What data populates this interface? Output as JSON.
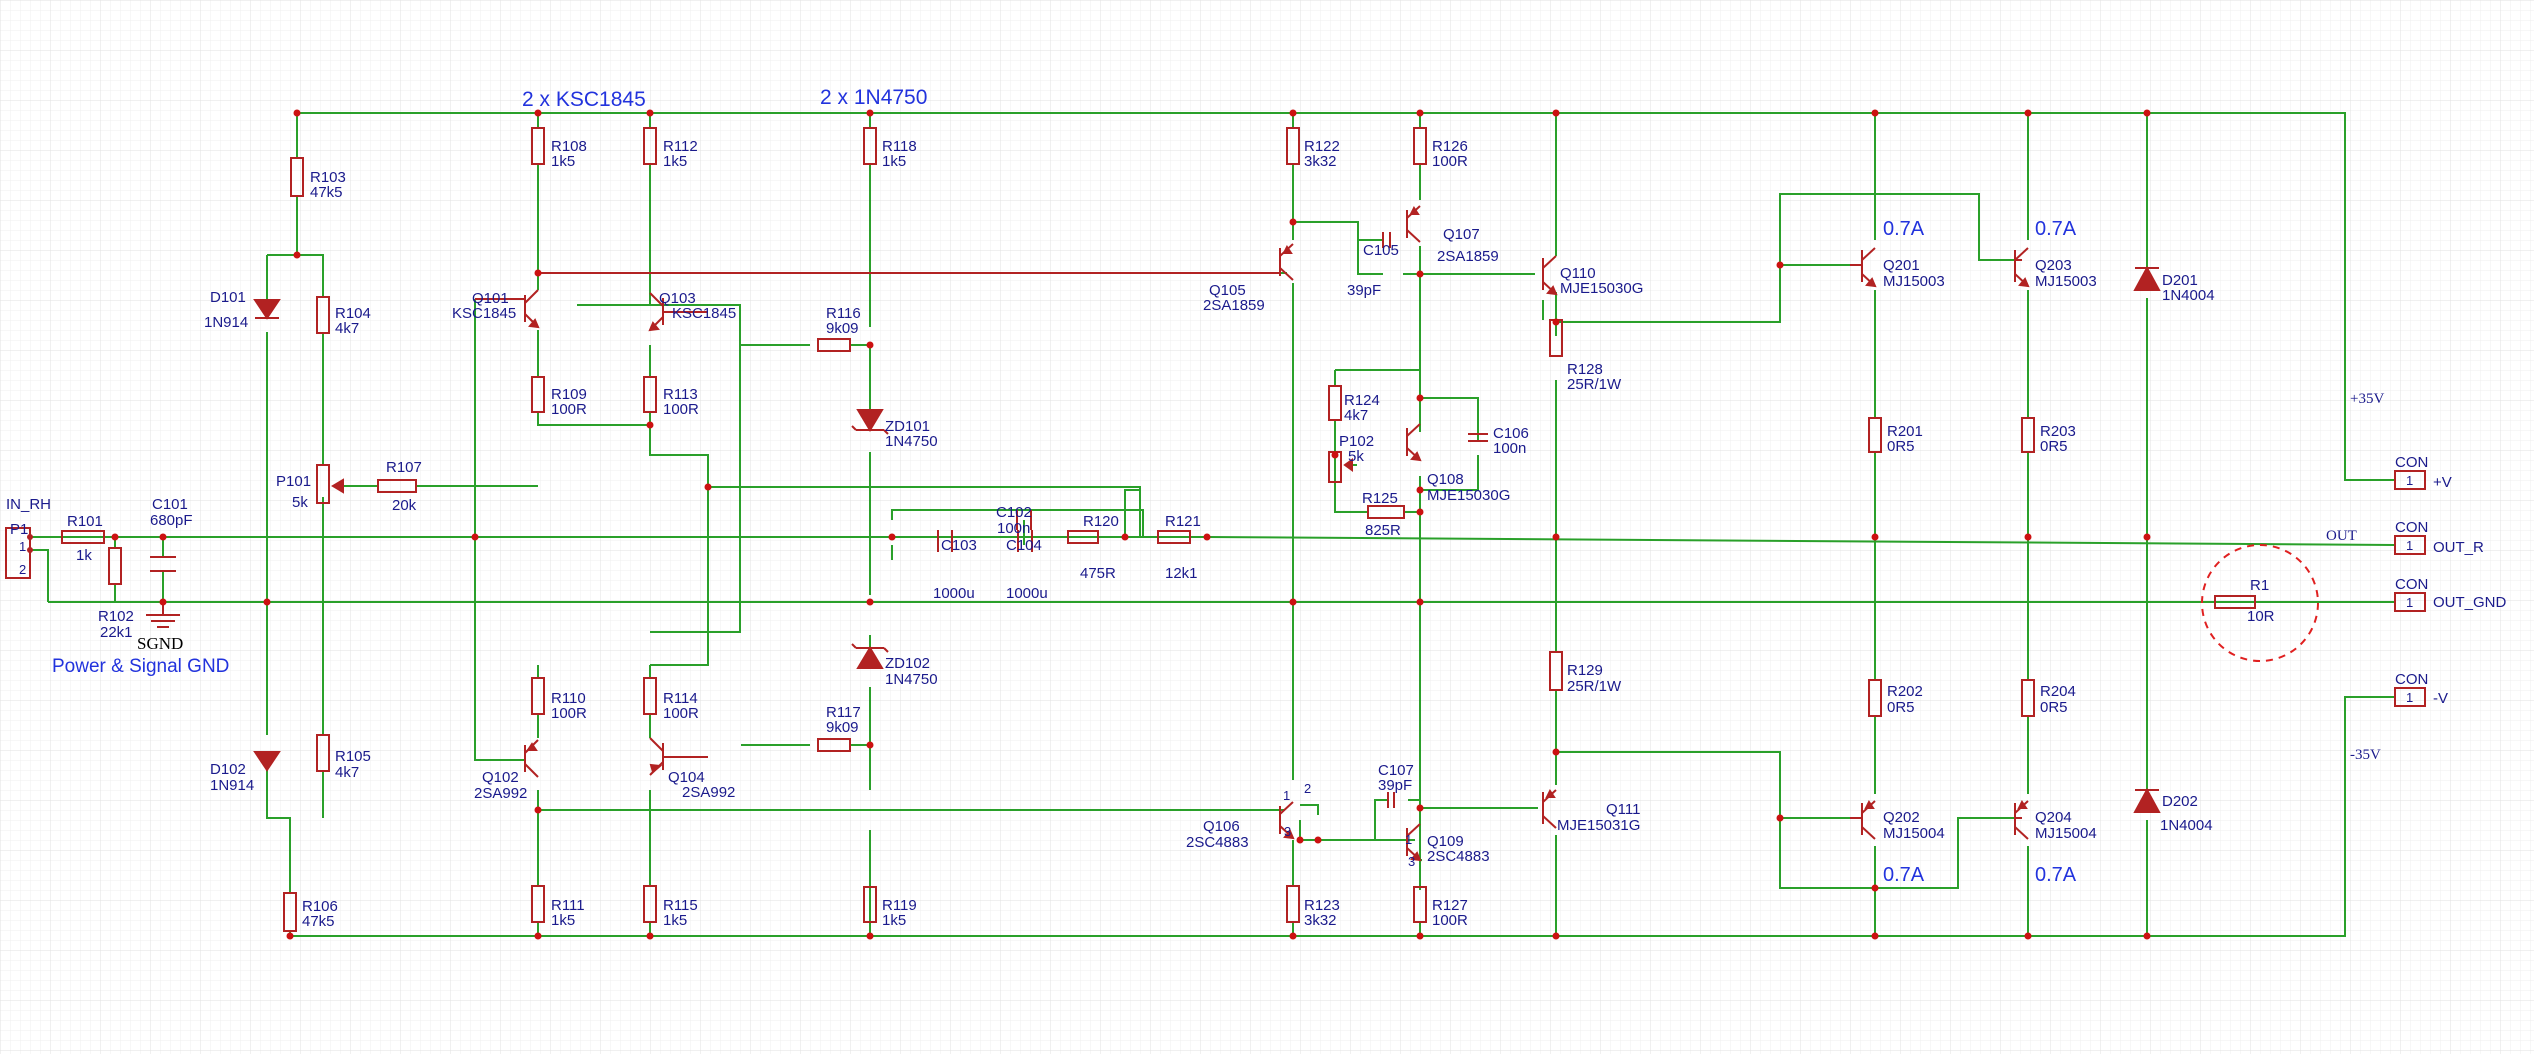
{
  "colors": {
    "grid": "#ebebeb",
    "wire": "#2aa02a",
    "part": "#b22222",
    "label": "#1a1a8c",
    "blue": "#2233dd",
    "junction": "#cc1111"
  },
  "top_labels": {
    "ksc": "2 x KSC1845",
    "zd": "2 x 1N4750"
  },
  "gnd": {
    "sgnd": "SGND",
    "power_gnd": "Power & Signal GND"
  },
  "input": {
    "net": "IN_RH",
    "ref": "P1",
    "pin1": "1",
    "pin2": "2"
  },
  "nets": {
    "plus35": "+35V",
    "minus35": "-35V",
    "out": "OUT"
  },
  "connectors": [
    {
      "con": "CON",
      "pin": "1",
      "net": "+V"
    },
    {
      "con": "CON",
      "pin": "1",
      "net": "OUT_R"
    },
    {
      "con": "CON",
      "pin": "1",
      "net": "OUT_GND"
    },
    {
      "con": "CON",
      "pin": "1",
      "net": "-V"
    }
  ],
  "current_labels": [
    "0.7A",
    "0.7A",
    "0.7A",
    "0.7A"
  ],
  "resistors": [
    {
      "ref": "R101",
      "val": "1k"
    },
    {
      "ref": "R102",
      "val": "22k1"
    },
    {
      "ref": "R103",
      "val": "47k5"
    },
    {
      "ref": "R104",
      "val": "4k7"
    },
    {
      "ref": "R105",
      "val": "4k7"
    },
    {
      "ref": "R106",
      "val": "47k5"
    },
    {
      "ref": "R107",
      "val": "20k"
    },
    {
      "ref": "R108",
      "val": "1k5"
    },
    {
      "ref": "R109",
      "val": "100R"
    },
    {
      "ref": "R110",
      "val": "100R"
    },
    {
      "ref": "R111",
      "val": "1k5"
    },
    {
      "ref": "R112",
      "val": "1k5"
    },
    {
      "ref": "R113",
      "val": "100R"
    },
    {
      "ref": "R114",
      "val": "100R"
    },
    {
      "ref": "R115",
      "val": "1k5"
    },
    {
      "ref": "R116",
      "val": "9k09"
    },
    {
      "ref": "R117",
      "val": "9k09"
    },
    {
      "ref": "R118",
      "val": "1k5"
    },
    {
      "ref": "R119",
      "val": "1k5"
    },
    {
      "ref": "R120",
      "val": "475R"
    },
    {
      "ref": "R121",
      "val": "12k1"
    },
    {
      "ref": "R122",
      "val": "3k32"
    },
    {
      "ref": "R123",
      "val": "3k32"
    },
    {
      "ref": "R124",
      "val": "4k7"
    },
    {
      "ref": "R125",
      "val": "825R"
    },
    {
      "ref": "R126",
      "val": "100R"
    },
    {
      "ref": "R127",
      "val": "100R"
    },
    {
      "ref": "R128",
      "val": "25R/1W"
    },
    {
      "ref": "R129",
      "val": "25R/1W"
    },
    {
      "ref": "R201",
      "val": "0R5"
    },
    {
      "ref": "R202",
      "val": "0R5"
    },
    {
      "ref": "R203",
      "val": "0R5"
    },
    {
      "ref": "R204",
      "val": "0R5"
    },
    {
      "ref": "R1",
      "val": "10R"
    }
  ],
  "potentiometers": [
    {
      "ref": "P101",
      "val": "5k"
    },
    {
      "ref": "P102",
      "val": "5k"
    }
  ],
  "capacitors": [
    {
      "ref": "C101",
      "val": "680pF"
    },
    {
      "ref": "C102",
      "val": "100n"
    },
    {
      "ref": "C103",
      "val": "1000u"
    },
    {
      "ref": "C104",
      "val": "1000u"
    },
    {
      "ref": "C105",
      "val": "39pF"
    },
    {
      "ref": "C106",
      "val": "100n"
    },
    {
      "ref": "C107",
      "val": "39pF"
    }
  ],
  "diodes": [
    {
      "ref": "D101",
      "val": "1N914"
    },
    {
      "ref": "D102",
      "val": "1N914"
    },
    {
      "ref": "ZD101",
      "val": "1N4750"
    },
    {
      "ref": "ZD102",
      "val": "1N4750"
    },
    {
      "ref": "D201",
      "val": "1N4004"
    },
    {
      "ref": "D202",
      "val": "1N4004"
    }
  ],
  "transistors": [
    {
      "ref": "Q101",
      "val": "KSC1845"
    },
    {
      "ref": "Q102",
      "val": "2SA992"
    },
    {
      "ref": "Q103",
      "val": "KSC1845"
    },
    {
      "ref": "Q104",
      "val": "2SA992"
    },
    {
      "ref": "Q105",
      "val": "2SA1859"
    },
    {
      "ref": "Q106",
      "val": "2SC4883"
    },
    {
      "ref": "Q107",
      "val": "2SA1859"
    },
    {
      "ref": "Q108",
      "val": "MJE15030G"
    },
    {
      "ref": "Q109",
      "val": "2SC4883"
    },
    {
      "ref": "Q110",
      "val": "MJE15030G"
    },
    {
      "ref": "Q111",
      "val": "MJE15031G"
    },
    {
      "ref": "Q201",
      "val": "MJ15003"
    },
    {
      "ref": "Q202",
      "val": "MJ15004"
    },
    {
      "ref": "Q203",
      "val": "MJ15003"
    },
    {
      "ref": "Q204",
      "val": "MJ15004"
    }
  ],
  "pin_numbers": {
    "p1": "1",
    "p2": "2",
    "p3": "3"
  }
}
